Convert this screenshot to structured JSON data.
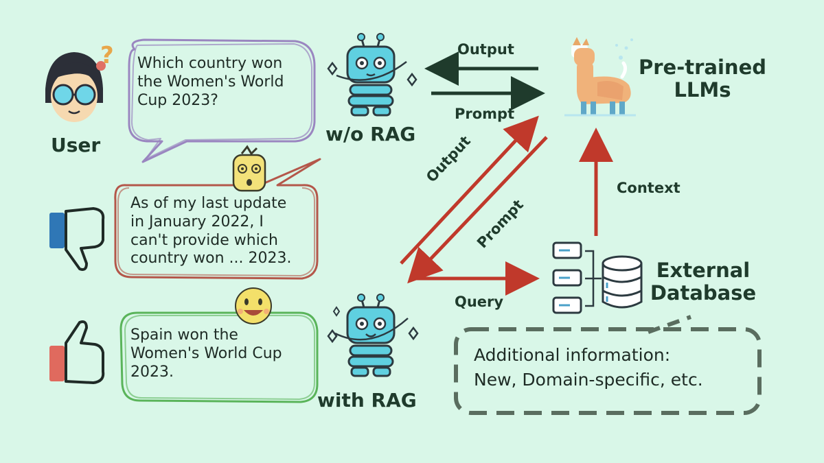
{
  "labels": {
    "user": "User",
    "wo_rag": "w/o RAG",
    "with_rag": "with RAG",
    "llm_line1": "Pre-trained",
    "llm_line2": "LLMs",
    "db_line1": "External",
    "db_line2": "Database"
  },
  "arrows": {
    "output_top": "Output",
    "prompt_top": "Prompt",
    "output_diag": "Output",
    "prompt_diag": "Prompt",
    "context": "Context",
    "query": "Query"
  },
  "bubbles": {
    "question": [
      "Which country won",
      "the Women's World",
      "Cup 2023?"
    ],
    "no_rag_answer": [
      "As of my last update",
      "in January 2022, I",
      "can't provide which",
      "country won ... 2023."
    ],
    "rag_answer": [
      "Spain won the",
      "Women's World Cup",
      "2023."
    ]
  },
  "note": [
    "Additional information:",
    "New, Domain-specific, etc."
  ],
  "colors": {
    "background": "#d9f7e8",
    "dark_arrow": "#1f3b2c",
    "red_arrow": "#c0392b",
    "question_border": "#9a86c0",
    "no_rag_border": "#b4574a",
    "rag_border": "#5ab45a",
    "robot": "#5fd0e0",
    "note_border": "#5a6d5f"
  },
  "icons": [
    "user-avatar-icon",
    "question-mark-icon",
    "robot-icon",
    "llama-icon",
    "thumbs-down-icon",
    "thumbs-up-icon",
    "confused-emoji-icon",
    "smiley-emoji-icon",
    "server-stack-icon",
    "database-icon"
  ]
}
